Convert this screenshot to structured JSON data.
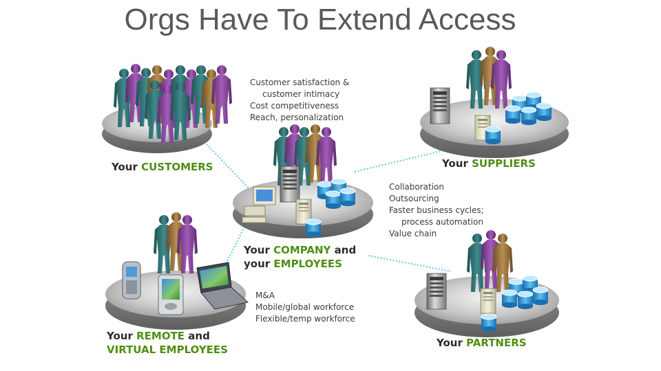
{
  "title": "Orgs Have To Extend Access",
  "nodes": {
    "customers": {
      "prefix": "Your ",
      "highlight": "CUSTOMERS"
    },
    "suppliers": {
      "prefix": "Your ",
      "highlight": "SUPPLIERS"
    },
    "company": {
      "line1_prefix": "Your ",
      "line1_highlight": "COMPANY",
      "line1_suffix": " and",
      "line2_prefix": "your ",
      "line2_highlight": "EMPLOYEES"
    },
    "remote": {
      "line1_prefix": "Your ",
      "line1_highlight": "REMOTE",
      "line1_suffix": " and",
      "line2_highlight": "VIRTUAL EMPLOYEES"
    },
    "partners": {
      "prefix": "Your ",
      "highlight": "PARTNERS"
    }
  },
  "notes": {
    "customers": [
      "Customer satisfaction &",
      "customer intimacy",
      "Cost competitiveness",
      "Reach, personalization"
    ],
    "suppliers": [
      "Collaboration",
      "Outsourcing",
      "Faster business cycles;",
      "process automation",
      "Value chain"
    ],
    "remote": [
      "M&A",
      "Mobile/global workforce",
      "Flexible/temp workforce"
    ]
  },
  "colors": {
    "title": "#595959",
    "highlight": "#4c8f12",
    "connector": "#6fd3e0",
    "platform": "#9a9a9a",
    "people_teal": "#2e6b6e",
    "people_purple": "#7b3f8c",
    "people_bronze": "#8a6a3a",
    "database": "#2e8fd1"
  }
}
